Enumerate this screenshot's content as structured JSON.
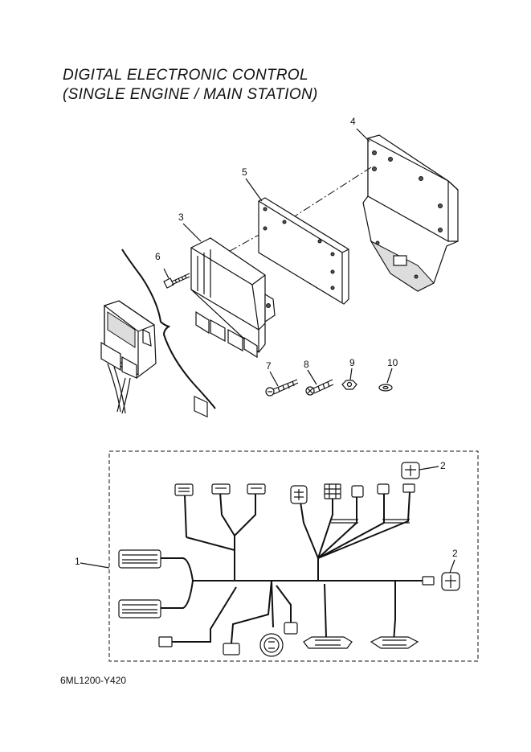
{
  "title": {
    "line1": "DIGITAL ELECTRONIC CONTROL",
    "line2": "(SINGLE ENGINE / MAIN STATION)"
  },
  "callouts": {
    "n1": "1",
    "n2a": "2",
    "n2b": "2",
    "n3": "3",
    "n4": "4",
    "n5": "5",
    "n6": "6",
    "n7": "7",
    "n8": "8",
    "n9": "9",
    "n10": "10"
  },
  "doc_code": "6ML1200-Y420"
}
